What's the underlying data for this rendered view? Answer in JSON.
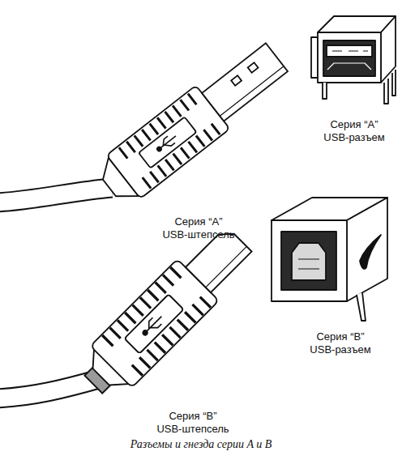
{
  "diagram": {
    "caption": "Разъемы и гнезда серии A и B",
    "labels": [
      "Серия “A” USB-разъем",
      "Серия “A” USB-штепсель",
      "Серия “B” USB-разъем",
      "Серия “B” USB-штепсель"
    ]
  }
}
